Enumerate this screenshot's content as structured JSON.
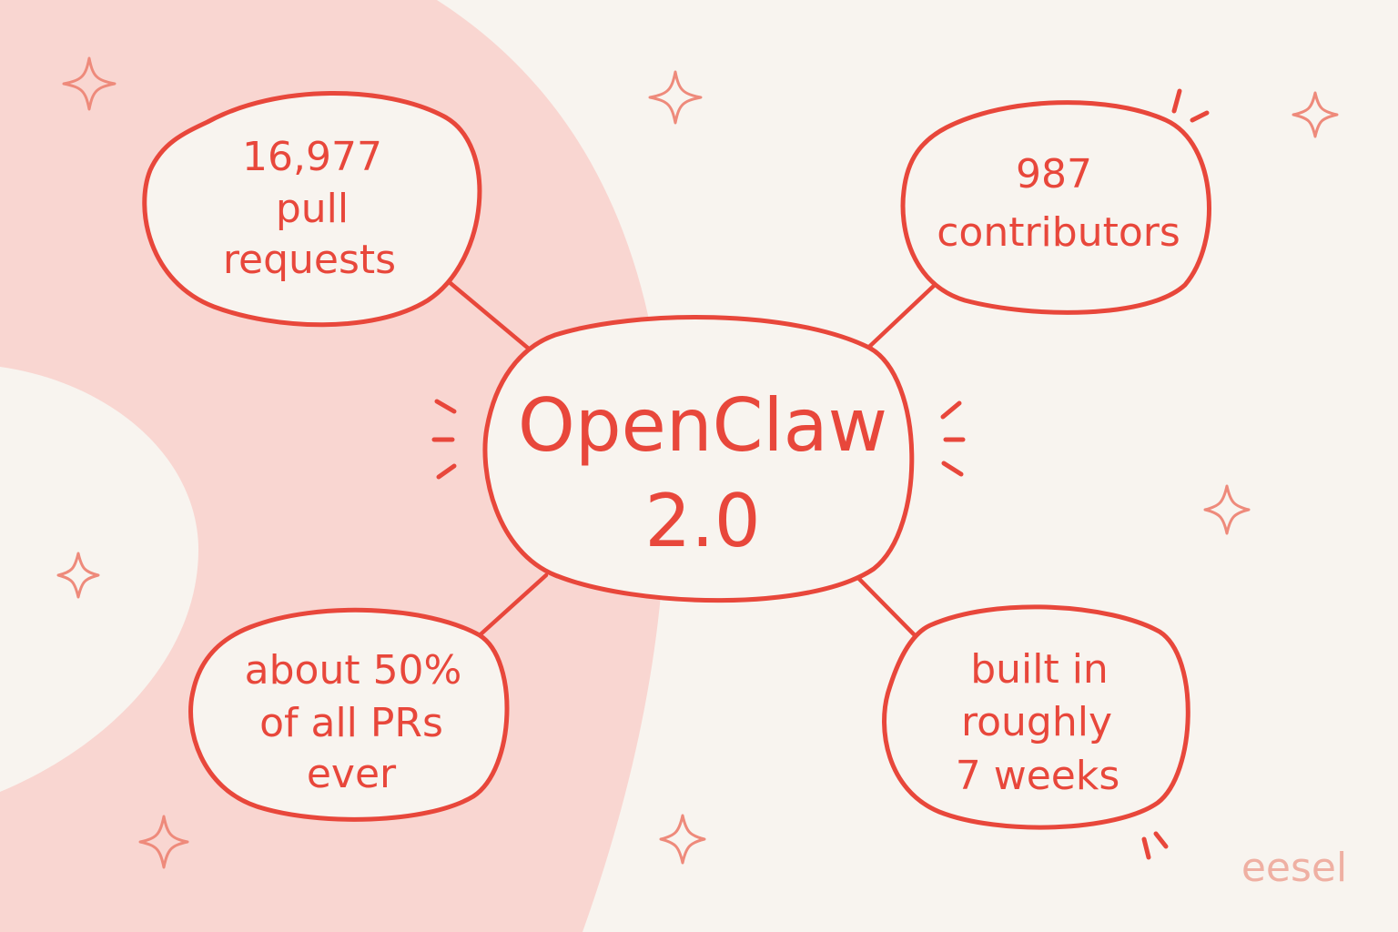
{
  "colors": {
    "background": "#f8f4ef",
    "pink_shape": "#f9d6d1",
    "accent": "#e8473b",
    "sparkle": "#ee8a7b",
    "brand": "#efb0a3"
  },
  "center": {
    "line1": "OpenClaw",
    "line2": "2.0"
  },
  "nodes": {
    "pull_requests": {
      "line1": "16,977",
      "line2": "pull",
      "line3": "requests"
    },
    "contributors": {
      "line1": "987",
      "line2": "contributors"
    },
    "share": {
      "line1": "about 50%",
      "line2": "of all PRs",
      "line3": "ever"
    },
    "duration": {
      "line1": "built in",
      "line2": "roughly",
      "line3": "7 weeks"
    }
  },
  "decorations": {
    "sparkle_icon": "four-point-star",
    "burst_icon": "emphasis-dashes"
  },
  "brand": {
    "text": "eesel"
  }
}
